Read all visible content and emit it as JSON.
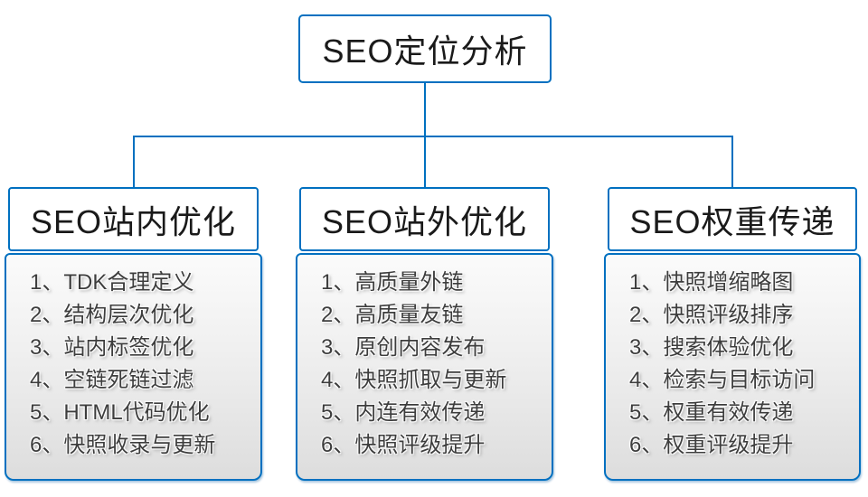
{
  "diagram": {
    "root": {
      "label": "SEO定位分析"
    },
    "branches": [
      {
        "label": "SEO站内优化",
        "items": [
          "1、TDK合理定义",
          "2、结构层次优化",
          "3、站内标签优化",
          "4、空链死链过滤",
          "5、HTML代码优化",
          "6、快照收录与更新"
        ]
      },
      {
        "label": "SEO站外优化",
        "items": [
          "1、高质量外链",
          "2、高质量友链",
          "3、原创内容发布",
          "4、快照抓取与更新",
          "5、内连有效传递",
          "6、快照评级提升"
        ]
      },
      {
        "label": "SEO权重传递",
        "items": [
          "1、快照增缩略图",
          "2、快照评级排序",
          "3、搜索体验优化",
          "4、检索与目标访问",
          "5、权重有效传递",
          "6、权重评级提升"
        ]
      }
    ]
  },
  "colors": {
    "accent_blue": "#0070C0",
    "panel_gradient_top": "#FBFBFB",
    "panel_gradient_bottom": "#DDDDDD",
    "text": "#3D3D3D"
  }
}
